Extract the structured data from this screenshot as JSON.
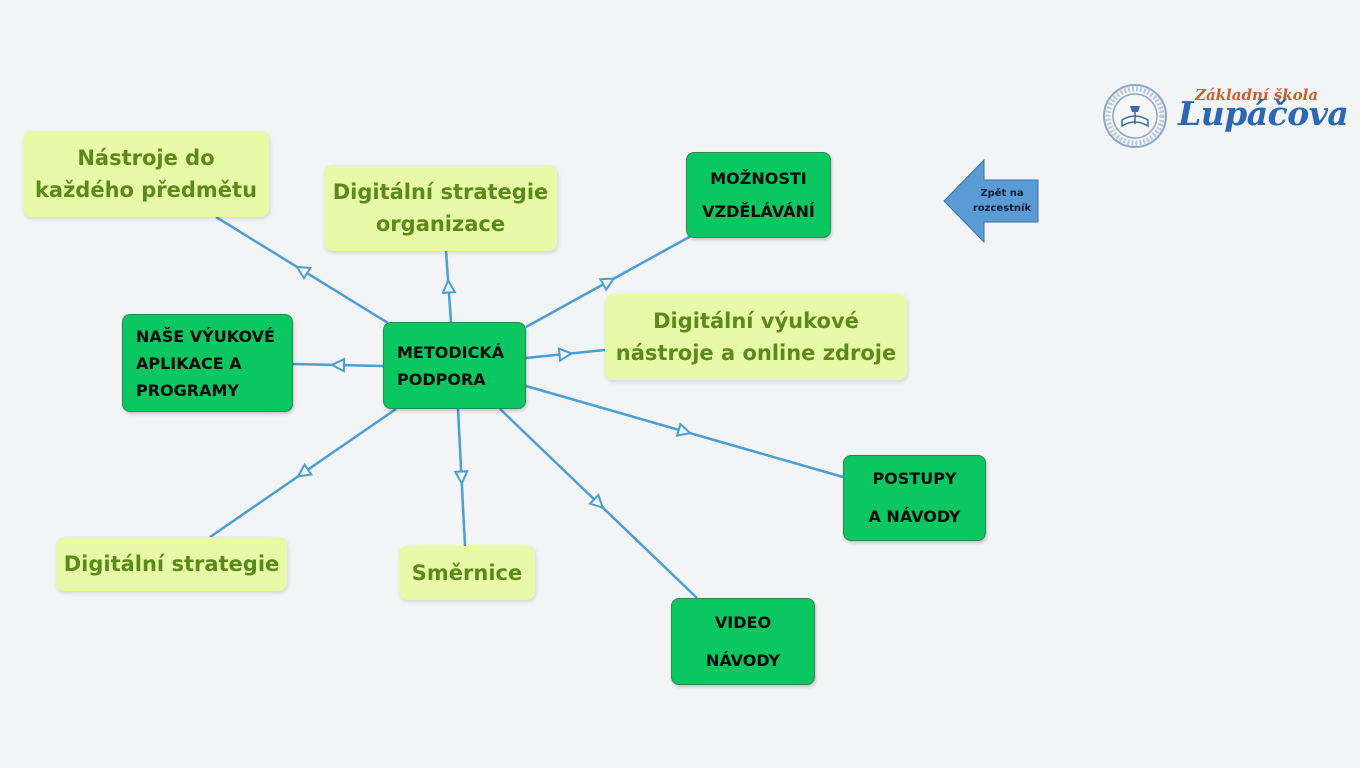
{
  "center": {
    "label": "METODICKÁ\nPODPORA"
  },
  "nodes": {
    "nastroje": "Nástroje do\nkaždého předmětu",
    "strategie_organizace": "Digitální strategie\norganizace",
    "moznosti": "MOŽNOSTI\nVZDĚLÁVÁNÍ",
    "vyukove_nastroje": "Digitální výukové\nnástroje a online zdroje",
    "aplikace": "NAŠE VÝUKOVÉ\nAPLIKACE A\nPROGRAMY",
    "postupy": "POSTUPY\nA NÁVODY",
    "strategie": "Digitální strategie",
    "smernice": "Směrnice",
    "video": "VIDEO\nNÁVODY"
  },
  "back_button": {
    "label": "Zpět na\nrozcestník"
  },
  "logo": {
    "small": "Základní škola",
    "big": "Lupáčova"
  },
  "colors": {
    "dark_node": "#0bc761",
    "light_node": "#e8f9a8",
    "light_text": "#5a8a1a",
    "connector": "#4a9ed6",
    "back_arrow": "#5b9bd5"
  }
}
